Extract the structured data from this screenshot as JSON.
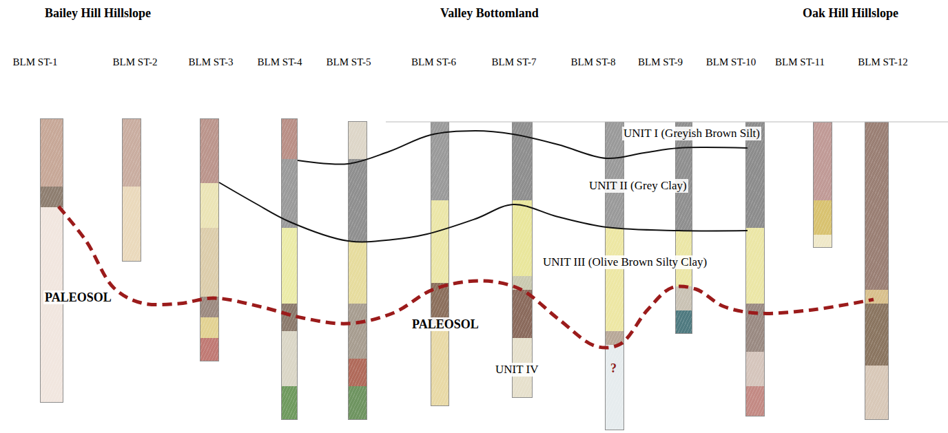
{
  "diagram": {
    "nodes": [
      {
        "text": [
          "BLM ST-1"
        ]
      },
      {
        "text": [
          "BLM ST-2"
        ]
      },
      {
        "text": [
          "BLM ST-3"
        ]
      },
      {
        "text": [
          "BLM ST-4"
        ]
      },
      {
        "text": [
          "BLM ST-5"
        ]
      },
      {
        "text": [
          "BLM ST-6"
        ]
      },
      {
        "text": [
          "BLM ST-7"
        ]
      },
      {
        "text": [
          "BLM ST-8"
        ]
      },
      {
        "text": [
          "BLM ST-9"
        ]
      },
      {
        "text": [
          "BLM ST-10"
        ]
      },
      {
        "text": [
          "BLM ST-11"
        ]
      },
      {
        "text": [
          "BLM ST-12"
        ]
      }
    ],
    "labels": [
      "Bailey Hill Hillslope",
      "Valley Bottomland",
      "Oak Hill Hillslope",
      "UNIT I (Greyish Brown Silt)",
      "UNIT II (Grey Clay)",
      "UNIT III (Olive Brown Silty Clay)",
      "PALEOSOL",
      "PALEOSOL",
      "UNIT IV",
      "?"
    ]
  }
}
